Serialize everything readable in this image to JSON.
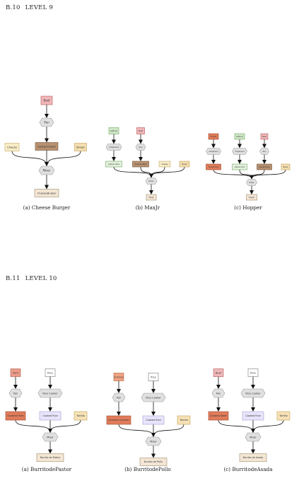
{
  "sections": [
    {
      "num": "B.10",
      "title": "LEVEL 9"
    },
    {
      "num": "B.11",
      "title": "LEVEL 10"
    }
  ],
  "colors": {
    "beef": "#f1b7b8",
    "lettuce": "#cfe6c6",
    "chicken": "#f0a382",
    "pork": "#ec9c8a",
    "rice": "#ffffff",
    "sauteed": "#b89170",
    "sauteed_red": "#e07c5a",
    "cheese": "#f7ecc6",
    "bread": "#f3deaf",
    "lettuce_slice": "#e3f1dc",
    "tortilla": "#f6e2b6",
    "cooked_rice": "#e7e4fb",
    "chopboard": "#ecebfd",
    "tool": "#e0e0e0",
    "product": "#f3e6d5"
  },
  "figures": [
    {
      "caption": "(a) Cheese Burger",
      "nodes": [
        {
          "id": "beef",
          "label": "Beef"
        },
        {
          "id": "pan",
          "label": "Pan"
        },
        {
          "id": "sauteed",
          "label": "Sauteed Beef"
        },
        {
          "id": "cheese",
          "label": "Cheese"
        },
        {
          "id": "bread",
          "label": "Bread"
        },
        {
          "id": "mixer",
          "label": "Mixer"
        },
        {
          "id": "product",
          "label": "CheeseBurger"
        }
      ]
    },
    {
      "caption": "(b) MaxJr",
      "nodes": [
        {
          "id": "lettuce",
          "label": "Lettuce"
        },
        {
          "id": "beef",
          "label": "Beef"
        },
        {
          "id": "chop",
          "label": "Chopboard"
        },
        {
          "id": "pan",
          "label": "Pan"
        },
        {
          "id": "lslice",
          "label": "Lettuce Slice"
        },
        {
          "id": "sauteed",
          "label": "Sauteed Beef"
        },
        {
          "id": "cheese",
          "label": "Cheese"
        },
        {
          "id": "bread",
          "label": "Bread"
        },
        {
          "id": "mixer",
          "label": "Mixer"
        },
        {
          "id": "product",
          "label": "MaxJr"
        }
      ]
    },
    {
      "caption": "(c) Hopper",
      "nodes": [
        {
          "id": "tomato",
          "label": "Tomato"
        },
        {
          "id": "lettuce",
          "label": "Lettuce"
        },
        {
          "id": "beef",
          "label": "Beef"
        },
        {
          "id": "chop1",
          "label": "Chopboard"
        },
        {
          "id": "chop2",
          "label": "Chopboard"
        },
        {
          "id": "pan",
          "label": "Pan"
        },
        {
          "id": "tslice",
          "label": "Tomato Slice"
        },
        {
          "id": "lslice",
          "label": "Lettuce Slice"
        },
        {
          "id": "sauteed",
          "label": "Sauteed Beef"
        },
        {
          "id": "bread",
          "label": "Bread"
        },
        {
          "id": "mixer",
          "label": "Mixer"
        },
        {
          "id": "product",
          "label": "Hopper"
        }
      ]
    },
    {
      "caption": "(a) BurritodePastor",
      "nodes": [
        {
          "id": "meat",
          "label": "Pork"
        },
        {
          "id": "rice",
          "label": "Rice"
        },
        {
          "id": "pan",
          "label": "Pan"
        },
        {
          "id": "cooker",
          "label": "Rice Cooker"
        },
        {
          "id": "sauteed",
          "label": "Sauteed Pork"
        },
        {
          "id": "cooked",
          "label": "Cooked Rice"
        },
        {
          "id": "tortilla",
          "label": "Tortilla"
        },
        {
          "id": "mixer",
          "label": "Mixer"
        },
        {
          "id": "product",
          "label": "Burrito de Pastor"
        }
      ]
    },
    {
      "caption": "(b) BurritodePollo",
      "nodes": [
        {
          "id": "meat",
          "label": "Chicken"
        },
        {
          "id": "rice",
          "label": "Rice"
        },
        {
          "id": "pan",
          "label": "Pan"
        },
        {
          "id": "cooker",
          "label": "Rice Cooker"
        },
        {
          "id": "sauteed",
          "label": "Sauteed Chicken"
        },
        {
          "id": "cooked",
          "label": "Cooked Rice"
        },
        {
          "id": "tortilla",
          "label": "Tortilla"
        },
        {
          "id": "mixer",
          "label": "Mixer"
        },
        {
          "id": "product",
          "label": "Burrito de Pollo"
        }
      ]
    },
    {
      "caption": "(c) BurritodeAsada",
      "nodes": [
        {
          "id": "meat",
          "label": "Beef"
        },
        {
          "id": "rice",
          "label": "Rice"
        },
        {
          "id": "pan",
          "label": "Pan"
        },
        {
          "id": "cooker",
          "label": "Rice Cooker"
        },
        {
          "id": "sauteed",
          "label": "Sauteed Beef"
        },
        {
          "id": "cooked",
          "label": "Cooked Rice"
        },
        {
          "id": "tortilla",
          "label": "Tortilla"
        },
        {
          "id": "mixer",
          "label": "Mixer"
        },
        {
          "id": "product",
          "label": "Burrito de Asada"
        }
      ]
    }
  ]
}
